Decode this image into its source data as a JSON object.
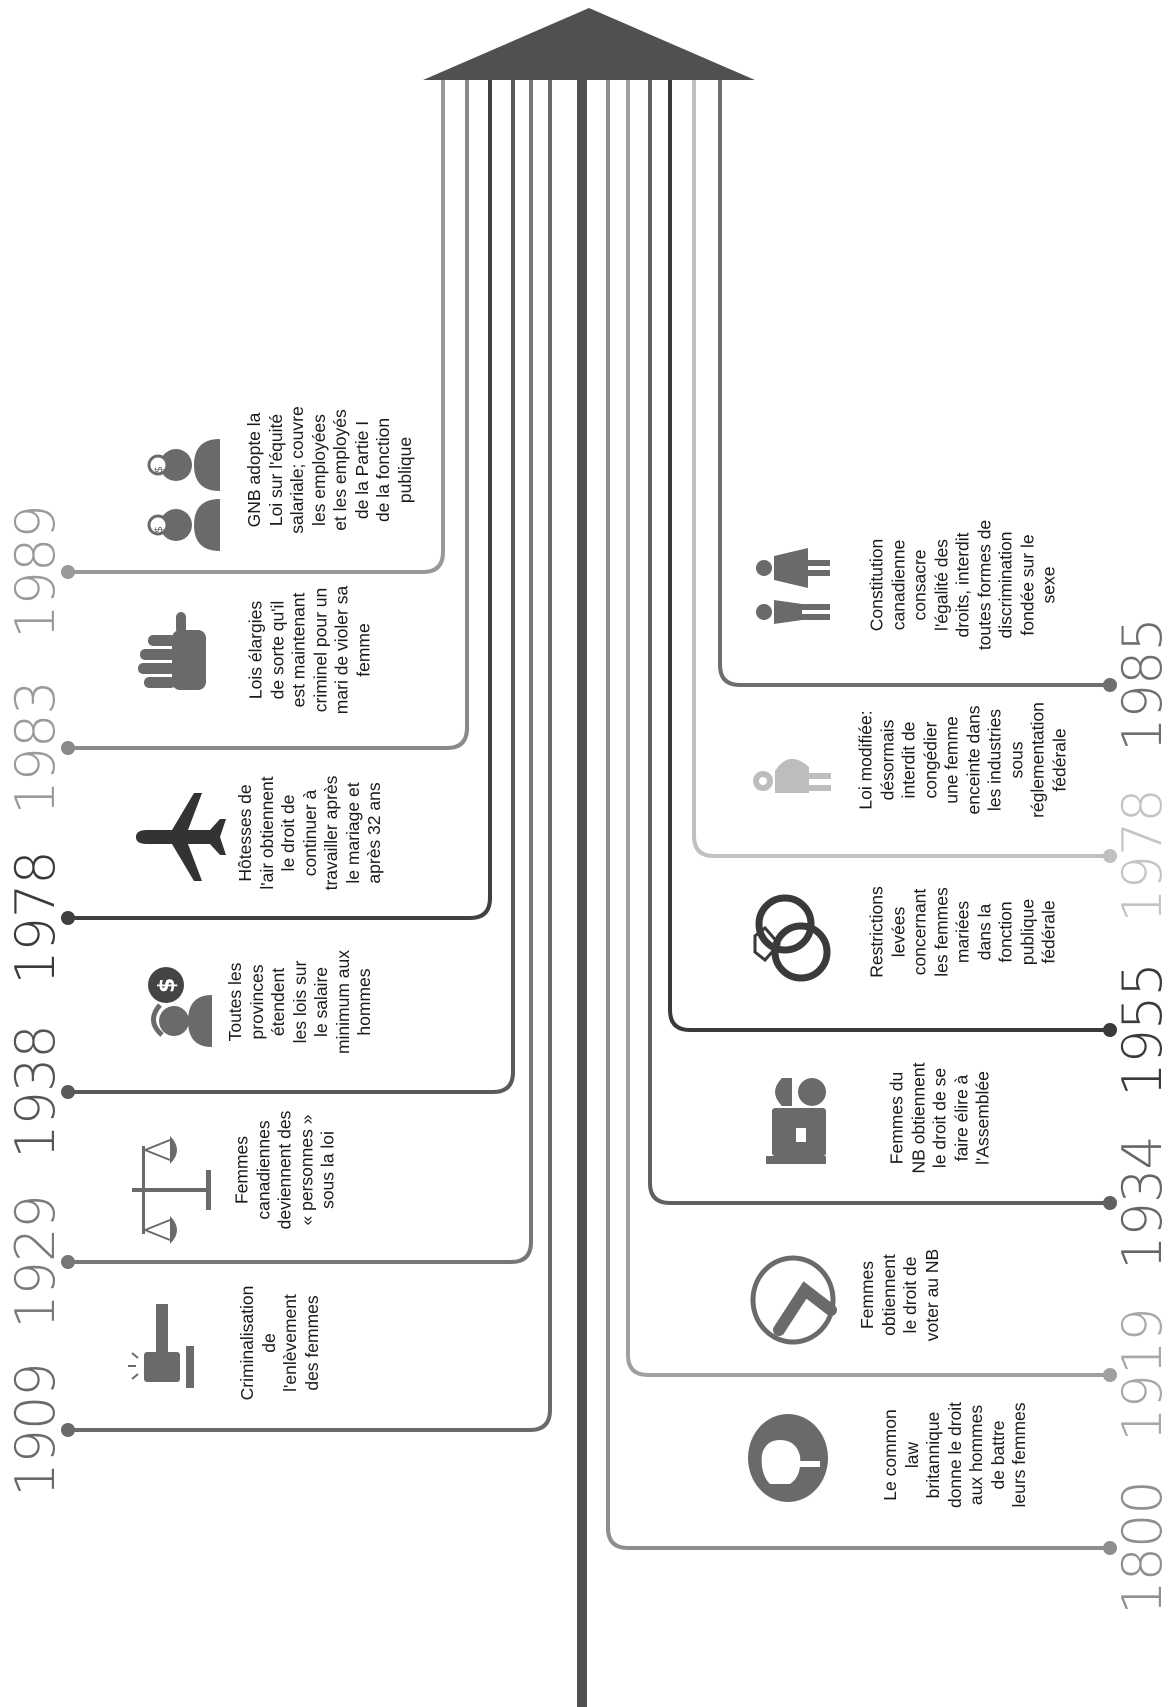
{
  "left_events": [
    {
      "year": "1989",
      "text": "GNB adopte la\nLoi sur l'équité\nsalariale; couvre\nles employées\net les employés\nde la Partie I\nde la fonction\npublique",
      "icon": "pay-equity-people-icon",
      "year_color": "#9a9a9a",
      "line_color": "#999999"
    },
    {
      "year": "1983",
      "text": "Lois élargies\nde sorte qu'il\nest maintenant\ncriminel pour un\nmari de violer sa\nfemme",
      "icon": "stop-hand-icon",
      "year_color": "#9a9a9a",
      "line_color": "#8a8a8a"
    },
    {
      "year": "1978",
      "text": "Hôtesses de\nl'air obtiennent\nle droit de\ncontinuer à\ntravailler après\nle mariage et\naprès 32 ans",
      "icon": "airplane-icon",
      "year_color": "#3a3a3a",
      "line_color": "#404040"
    },
    {
      "year": "1938",
      "text": "Toutes les\nprovinces\nétendent\nles lois sur\nle salaire\nminimum aux\nhommes",
      "icon": "worker-dollar-icon",
      "year_color": "#555555",
      "line_color": "#5a5a5a"
    },
    {
      "year": "1929",
      "text": "Femmes\ncanadiennes\ndeviennent des\n« personnes »\nsous la loi",
      "icon": "scales-of-justice-icon",
      "year_color": "#7a7a7a",
      "line_color": "#777777"
    },
    {
      "year": "1909",
      "text": "Criminalisation\nde\nl'enlèvement\ndes femmes",
      "icon": "gavel-icon",
      "year_color": "#6a6a6a",
      "line_color": "#6a6a6a"
    }
  ],
  "right_events": [
    {
      "year": "1985",
      "text": "Constitution\ncanadienne\nconsacre\nl'égalité des\ndroits, interdit\ntoutes formes de\ndiscrimination\nfondée sur le\nsexe",
      "icon": "man-woman-icon",
      "year_color": "#6f6f6f",
      "line_color": "#6f6f6f"
    },
    {
      "year": "1978",
      "text": "Loi modifiée:\ndésormais\ninterdit de\ncongédier\nune femme\nenceinte dans\nles industries\nsous\nréglementation\nfédérale",
      "icon": "pregnant-woman-icon",
      "year_color": "#c4c4c4",
      "line_color": "#c0c0c0"
    },
    {
      "year": "1955",
      "text": "Restrictions\nlevées\nconcernant\nles femmes\nmariées\ndans la\nfonction\npublique\nfédérale",
      "icon": "wedding-rings-icon",
      "year_color": "#3a3a3a",
      "line_color": "#3a3a3a"
    },
    {
      "year": "1934",
      "text": "Femmes du\nNB obtiennent\nle droit de se\nfaire élire à\nl'Assemblée",
      "icon": "woman-podium-icon",
      "year_color": "#666666",
      "line_color": "#606060"
    },
    {
      "year": "1919",
      "text": "Femmes\nobtiennent\nle droit de\nvoter au NB",
      "icon": "vote-check-icon",
      "year_color": "#a8a8a8",
      "line_color": "#a0a0a0"
    },
    {
      "year": "1800",
      "text": "Le common\nlaw\nbritannique\ndonne le droit\naux hommes\nde battre\nleurs femmes",
      "icon": "fist-icon",
      "year_color": "#8f8f8f",
      "line_color": "#8e8e8e"
    }
  ],
  "colors": {
    "trunk": "#505050",
    "arrow": "#505050",
    "icon": "#6a6a6a"
  }
}
